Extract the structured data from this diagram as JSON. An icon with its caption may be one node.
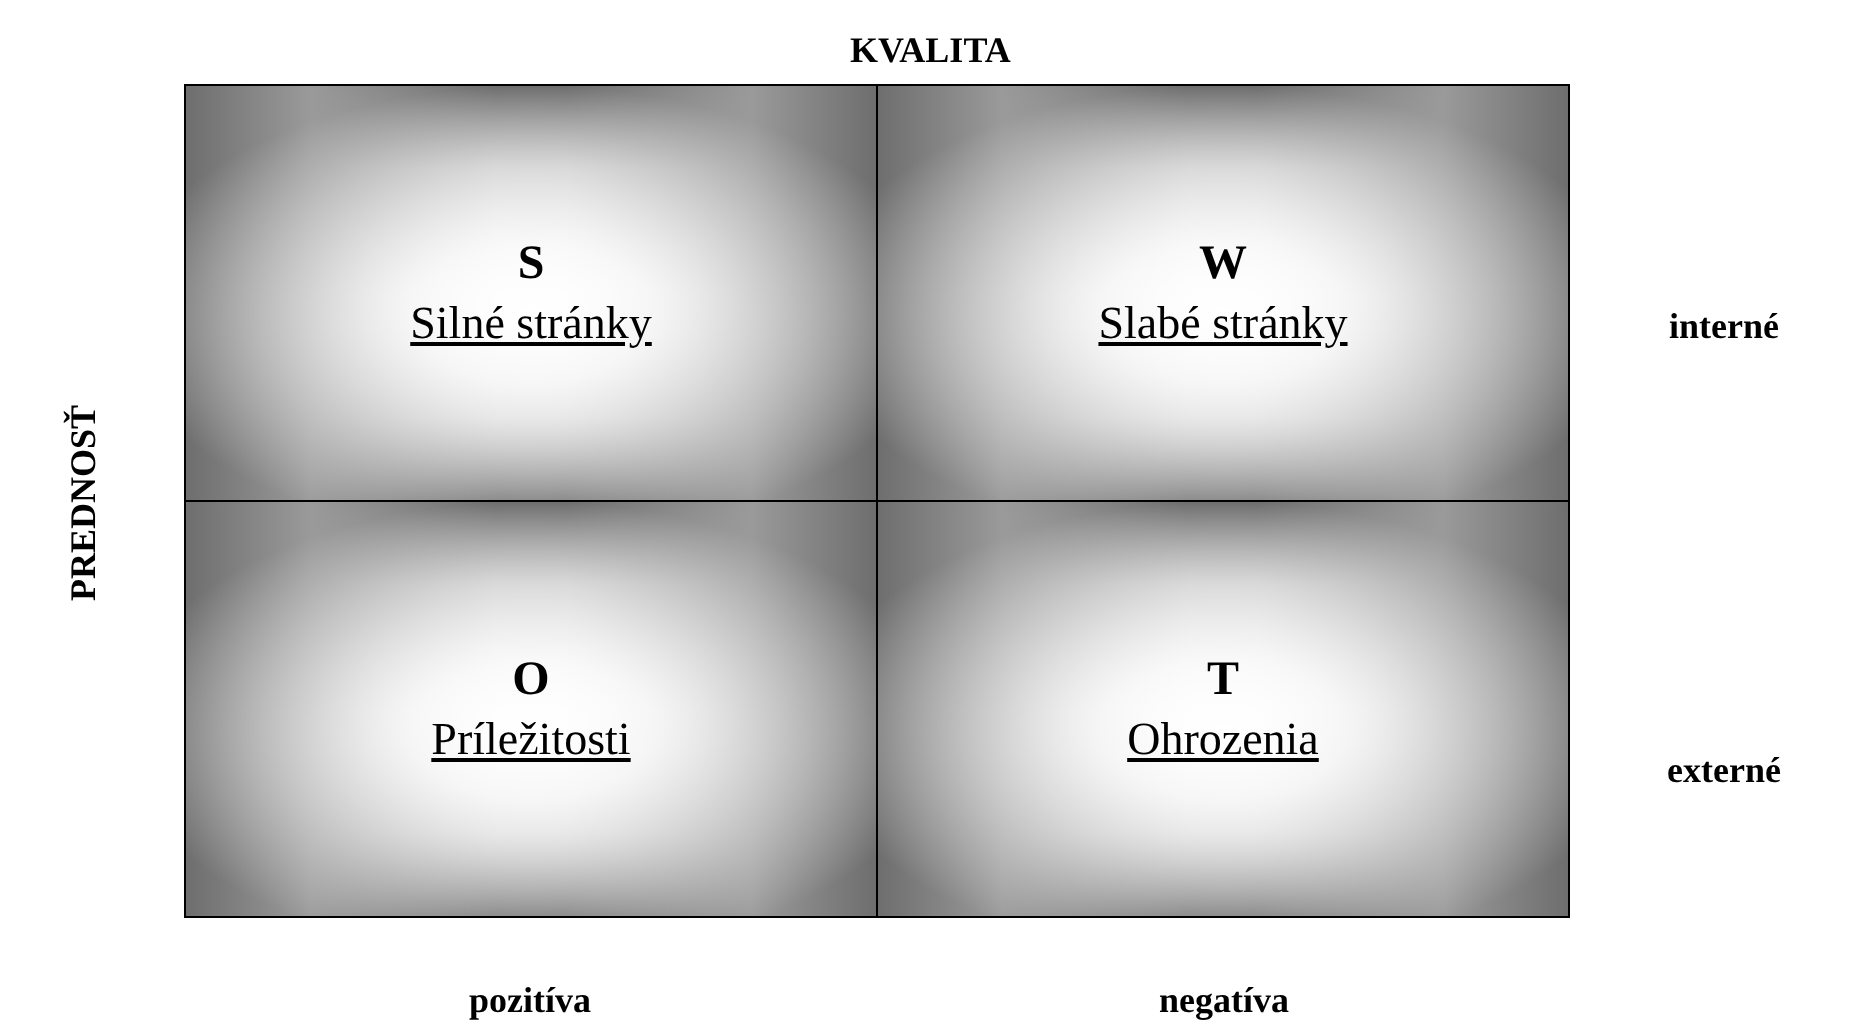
{
  "diagram": {
    "nodes": [
      {
        "text": [
          "S",
          "Silné stránky"
        ]
      },
      {
        "text": [
          "W",
          "Slabé stránky"
        ]
      },
      {
        "text": [
          "O",
          "Príležitosti"
        ]
      },
      {
        "text": [
          "T",
          "Ohrozenia"
        ]
      }
    ],
    "labels": [
      "KVALITA",
      "PREDNOSŤ",
      "interné",
      "externé",
      "pozitíva",
      "negatíva"
    ]
  }
}
